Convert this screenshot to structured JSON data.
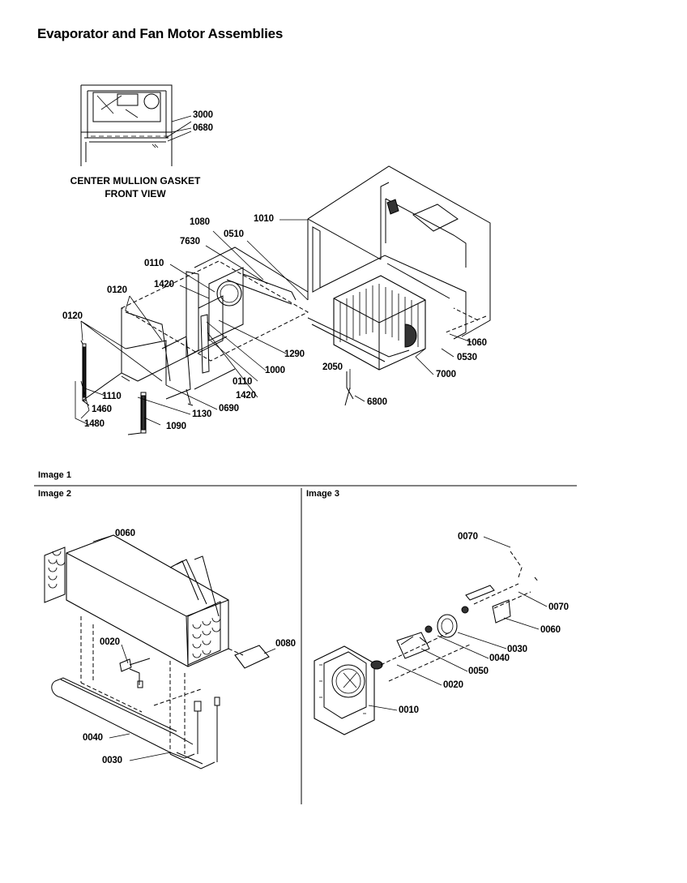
{
  "title": "Evaporator and Fan Motor Assemblies",
  "detail_caption": [
    "CENTER MULLION GASKET",
    "FRONT VIEW"
  ],
  "sections": {
    "image1": "Image 1",
    "image2": "Image 2",
    "image3": "Image 3"
  },
  "callouts": {
    "top": [
      "3000",
      "0680",
      "1010",
      "1080",
      "7630",
      "0510",
      "0110",
      "1420",
      "0120",
      "0120",
      "1290",
      "0110",
      "1000",
      "1420",
      "0690",
      "1110",
      "1460",
      "1130",
      "1480",
      "1090",
      "1060",
      "0530",
      "2050",
      "7000",
      "6800"
    ],
    "image2": [
      "0060",
      "0020",
      "0080",
      "0040",
      "0030"
    ],
    "image3": [
      "0070",
      "0070",
      "0060",
      "0030",
      "0040",
      "0050",
      "0020",
      "0010"
    ]
  }
}
